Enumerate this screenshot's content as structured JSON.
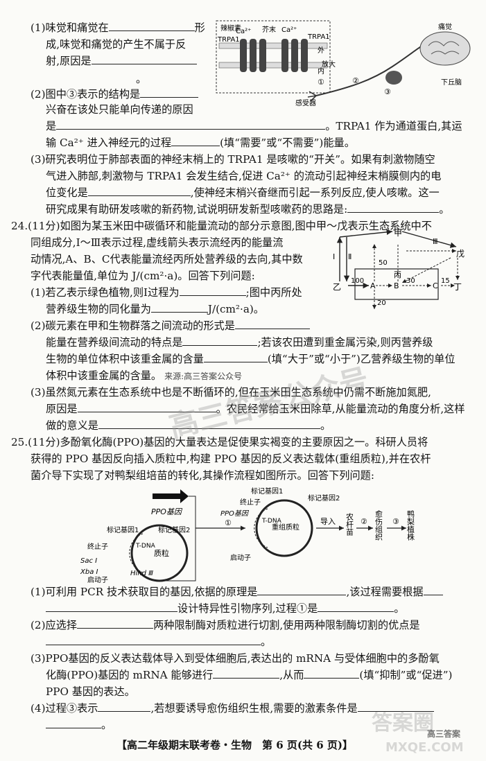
{
  "q23": {
    "p1": {
      "l1a": "(1)味觉和痛觉在",
      "l1b": "形",
      "l2": "成,味觉和痛觉的产生不属于反",
      "l3": "射,原因是",
      "l4": "。"
    },
    "p2": {
      "l1": "(2)图中③表示的结构是",
      "l2": "兴奋在该处只能单向传递的原因",
      "l3a": "是",
      "l3b": "。TRPA1 作为通道蛋白,其运",
      "l4a": "输 Ca²⁺ 进入神经元的过程",
      "l4b": "(填“需要”或“不需要”)能量。"
    },
    "p3": {
      "l1": "(3)研究表明位于肺部表面的神经末梢上的 TRPA1 是咳嗽的“开关”。如果有刺激物随空",
      "l2": "气进入肺部,刺激物与 TRPA1 会发生结合,促进 Ca²⁺ 的流动引起神经末梢膜侧内的电",
      "l3a": "位变化是",
      "l3b": ",使神经末梢兴奋继而引起一系列反应,使人咳嗽。这一",
      "l4a": "研究成果有助研发咳嗽的新药物,试说明研发新型咳嗽药的思路是:",
      "l4b": "。"
    },
    "figure": {
      "capsaicin": "辣椒素",
      "mustard": "芥末",
      "ca": "Ca²⁺",
      "trpa1": "TRPA1",
      "trpa1b": "TRPA1",
      "outer": "外",
      "inner": "内",
      "enlarge": "放大",
      "receptor": "感受器",
      "pain": "痛觉",
      "hypothalamus": "下丘脑",
      "n1": "①",
      "n2": "②",
      "n3": "③"
    }
  },
  "q24": {
    "l1": "24.(11分)如图为某玉米田中碳循环和能量流动的部分示意图,图中甲～戊表示生态系统中不",
    "l2": "同组成分,Ⅰ～Ⅲ表示过程,虚线箭头表示流经丙的能量流",
    "l3": "动情况,A、B、C代表能量流经丙所处营养级的去向,其中数",
    "l4": "字代表能量值,单位为 J/(cm²·a)。回答下列问题:",
    "p1": {
      "l1a": "(1)若乙表示绿色植物,则Ⅰ过程为",
      "l1b": ";图中丙所处",
      "l2a": "营养级生物的同化量为",
      "l2b": "J/(cm²·a)。"
    },
    "p2": {
      "l1": "(2)碳元素在甲和生物群落之间流动的形式是",
      "l2a": "能量在营养级间流动的特点是",
      "l2b": ";若该农田遭到重金属污染,则丙营养级",
      "l3a": "生物的单位体积中该重金属的含量",
      "l3b": "(填“大于”或“小于”)乙营养级生物的单位",
      "l4": "体积中该重金属的含量。",
      "source": "来源:高三答案公众号"
    },
    "p3": {
      "l1": "(3)虽然氮元素在生态系统中也是不断循环的,但在玉米田生态系统中仍需不断施加氮肥,",
      "l2a": "原因是",
      "l2b": "。农民经常给玉米田除草,从能量流动的角度分析,这样",
      "l3a": "做的意义是",
      "l3b": "。"
    },
    "figure": {
      "jia": "甲",
      "yi": "乙",
      "bing": "丙",
      "ding": "丁",
      "wu": "戊",
      "A": "A",
      "B": "B",
      "C": "C",
      "I": "Ⅰ",
      "II": "Ⅱ",
      "III": "Ⅲ",
      "v100": "100",
      "v50": "50",
      "v30": "30",
      "v15": "15",
      "v20": "20"
    }
  },
  "q25": {
    "l1": "25.(11分)多酚氧化酶(PPO)基因的大量表达是促使果实褐变的主要原因之一。科研人员将",
    "l2": "获得的 PPO 基因反向插入质粒中,构建 PPO 基因的反义表达载体(重组质粒),并在农杆",
    "l3": "菌介导下实现了对鸭梨组培苗的转化,其操作流程如图所示。回答下列问题:",
    "figure": {
      "ppo_gene": "PPO基因",
      "ppo_gene2": "PPO基因",
      "marker1": "标记基因1",
      "marker2": "标记基因2",
      "marker1b": "标记基因1",
      "marker2b": "标记基因2",
      "terminator": "终止子",
      "terminator2": "终止子",
      "promoter": "启动子",
      "promoter2": "启动子",
      "sac": "Sac Ⅰ",
      "xba": "Xba Ⅰ",
      "hind": "Hind Ⅲ",
      "plasmid": "质粒",
      "recomb": "重组质粒",
      "tdna": "T-DNA",
      "tdna2": "T-DNA",
      "s1": "①",
      "s2": "②",
      "s3": "③",
      "import": "导入",
      "agro": "农杆苗",
      "callus": "愈伤组织",
      "pear": "鸭梨植株"
    },
    "p1": {
      "l1a": "(1)可利用 PCR 技术获取目的基因,依据的原理是",
      "l1b": ",该过程需要根据",
      "l2a": "设计特异性引物序列,过程①是",
      "l2b": "。"
    },
    "p2": {
      "l1a": "(2)应选择",
      "l1b": "两种限制酶对质粒进行切割,使用两种限制酶切割的优点是",
      "l2": "。"
    },
    "p3": {
      "l1": "(3)PPO基因的反义表达载体导入到受体细胞后,表达出的 mRNA 与受体细胞中的多酚氧",
      "l2a": "化酶(PPO)基因的 mRNA 能够进行",
      "l2b": ",从而",
      "l2c": "(填“抑制”或“促进”)",
      "l3": "PPO 基因的表达。"
    },
    "p4": {
      "l1a": "(4)过程③表示",
      "l1b": ",若想要诱导愈伤组织生根,需要的激素条件是",
      "l2": "。"
    }
  },
  "footer": "【高二年级期末联考卷・生物　第 6 页(共 6 页)】",
  "watermark": {
    "mid": "高三答案公众号",
    "logo": "答案圈",
    "site": "MXQE.COM",
    "wechat": "高三答案"
  }
}
